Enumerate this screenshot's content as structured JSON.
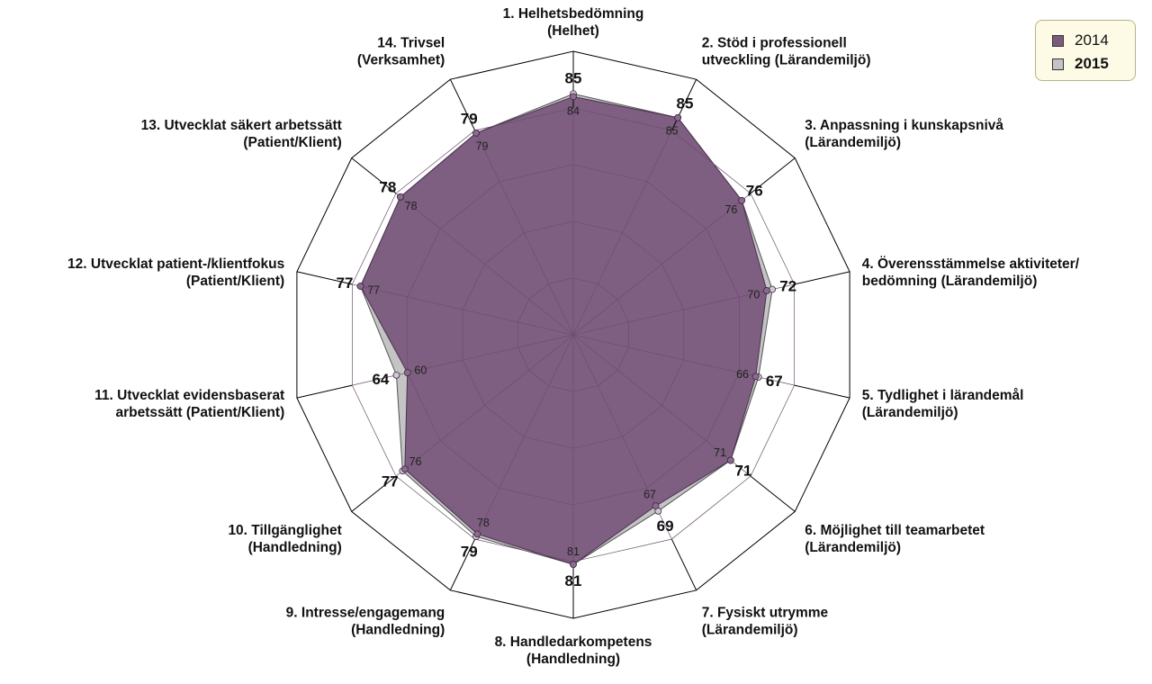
{
  "chart_data": {
    "type": "radar",
    "categories": [
      [
        "1. Helhetsbedömning",
        "(Helhet)"
      ],
      [
        "2. Stöd i professionell",
        "utveckling (Lärandemiljö)"
      ],
      [
        "3. Anpassning i kunskapsnivå",
        "(Lärandemiljö)"
      ],
      [
        "4. Överensstämmelse aktiviteter/",
        "bedömning (Lärandemiljö)"
      ],
      [
        "5. Tydlighet i lärandemål",
        "(Lärandemiljö)"
      ],
      [
        "6. Möjlighet till teamarbetet",
        "(Lärandemiljö)"
      ],
      [
        "7. Fysiskt utrymme",
        "(Lärandemiljö)"
      ],
      [
        "8. Handledarkompetens",
        "(Handledning)"
      ],
      [
        "9. Intresse/engagemang",
        "(Handledning)"
      ],
      [
        "10. Tillgänglighet",
        "(Handledning)"
      ],
      [
        "11. Utvecklat evidensbaserat",
        "arbetssätt (Patient/Klient)"
      ],
      [
        "12. Utvecklat patient-/klientfokus",
        "(Patient/Klient)"
      ],
      [
        "13. Utvecklat säkert arbetssätt",
        "(Patient/Klient)"
      ],
      [
        "14. Trivsel",
        "(Verksamhet)"
      ]
    ],
    "series": [
      {
        "name": "2014",
        "color": "#7b5a7e",
        "values": [
          84,
          85,
          76,
          70,
          66,
          71,
          67,
          81,
          78,
          76,
          60,
          77,
          78,
          79
        ]
      },
      {
        "name": "2015",
        "color": "#c4c4c4",
        "values": [
          85,
          85,
          76,
          72,
          67,
          71,
          69,
          81,
          79,
          77,
          64,
          77,
          78,
          79
        ]
      }
    ],
    "rlim": [
      0,
      100
    ],
    "rings": 5,
    "legend_position": "top-right"
  }
}
